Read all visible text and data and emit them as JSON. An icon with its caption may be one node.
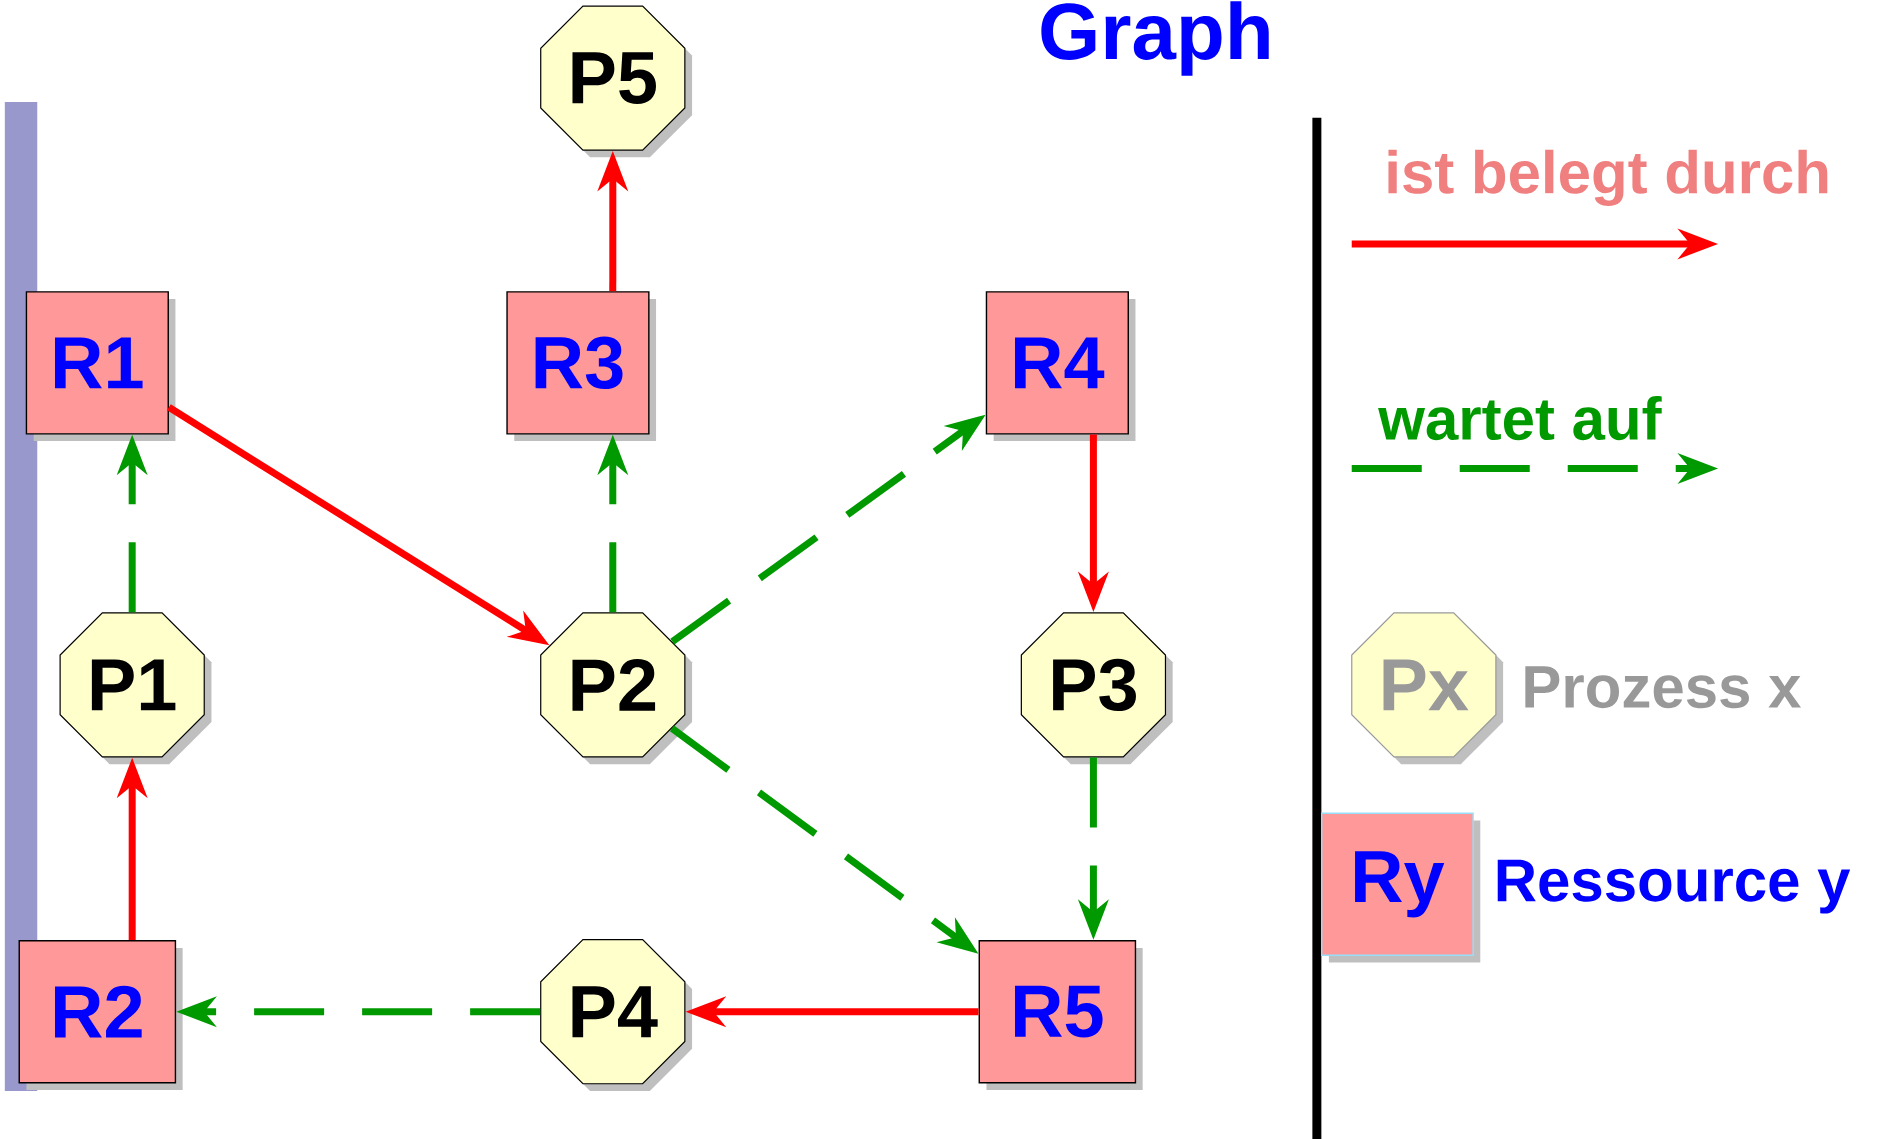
{
  "diagram": {
    "title": "Graph",
    "nodes": [
      {
        "text": [
          "P5"
        ]
      },
      {
        "text": [
          "R1"
        ]
      },
      {
        "text": [
          "R3"
        ]
      },
      {
        "text": [
          "R4"
        ]
      },
      {
        "text": [
          "P1"
        ]
      },
      {
        "text": [
          "P2"
        ]
      },
      {
        "text": [
          "P3"
        ]
      },
      {
        "text": [
          "R2"
        ]
      },
      {
        "text": [
          "P4"
        ]
      },
      {
        "text": [
          "R5"
        ]
      },
      {
        "text": [
          "Px"
        ]
      },
      {
        "text": [
          "Ry"
        ]
      }
    ],
    "edges": [
      {
        "from": 2,
        "to": 0,
        "arrow": "to",
        "color": "#ff0000"
      },
      {
        "from": 1,
        "to": 5,
        "arrow": "to",
        "color": "#ff0000"
      },
      {
        "from": 4,
        "to": 1,
        "arrow": "to",
        "style": "dashed"
      },
      {
        "from": 5,
        "to": 2,
        "arrow": "to",
        "style": "dashed"
      },
      {
        "from": 5,
        "to": 3,
        "arrow": "to",
        "style": "dashed"
      },
      {
        "from": 3,
        "to": 6,
        "arrow": "to",
        "color": "#ff0000"
      },
      {
        "from": 6,
        "to": 9,
        "arrow": "to",
        "style": "dashed"
      },
      {
        "from": 5,
        "to": 9,
        "arrow": "to",
        "style": "dashed"
      },
      {
        "from": 7,
        "to": 4,
        "arrow": "to",
        "color": "#ff0000"
      },
      {
        "from": 9,
        "to": 8,
        "arrow": "to",
        "color": "#ff0000"
      },
      {
        "from": 8,
        "to": 7,
        "arrow": "to",
        "style": "dashed"
      }
    ],
    "legend": [
      {
        "text": "ist belegt durch"
      },
      {
        "text": "wartet auf"
      },
      {
        "text": "Prozess x"
      },
      {
        "text": "Ressource y"
      }
    ]
  }
}
